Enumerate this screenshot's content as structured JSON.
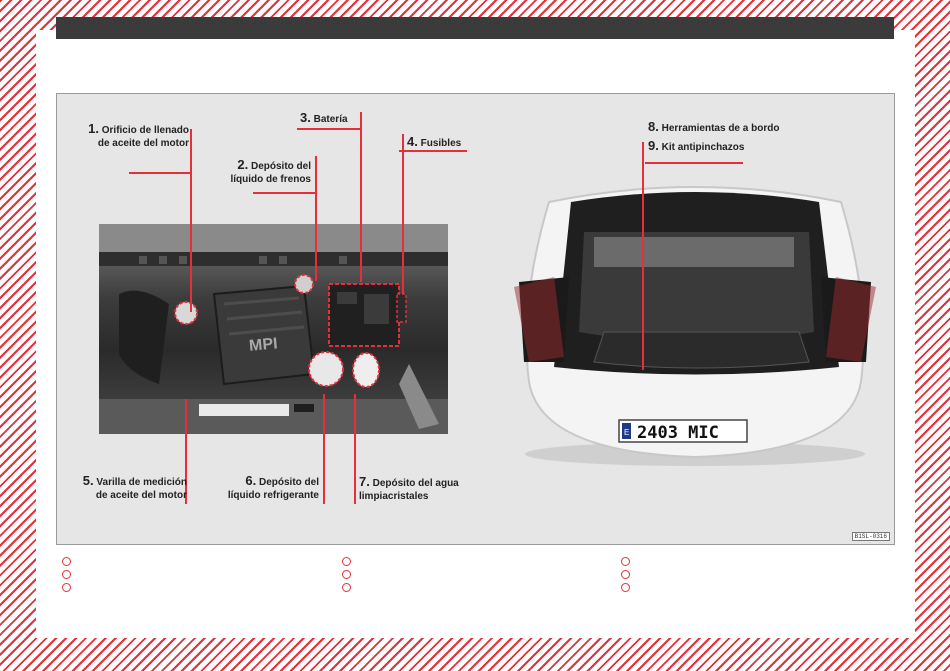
{
  "figure": {
    "code": "B1SL-0316",
    "callouts": [
      {
        "num": "1.",
        "line1": "Orificio de llenado",
        "line2": "de aceite del motor"
      },
      {
        "num": "2.",
        "line1": "Depósito del",
        "line2": "líquido de frenos"
      },
      {
        "num": "3.",
        "line1": "Batería",
        "line2": ""
      },
      {
        "num": "4.",
        "line1": "Fusibles",
        "line2": ""
      },
      {
        "num": "5.",
        "line1": "Varilla de medición",
        "line2": "de aceite del motor"
      },
      {
        "num": "6.",
        "line1": "Depósito del",
        "line2": "líquido refrigerante"
      },
      {
        "num": "7.",
        "line1": "Depósito del  agua",
        "line2": "limpiacristales"
      },
      {
        "num": "8.",
        "line1": "Herramientas de a bordo",
        "line2": ""
      },
      {
        "num": "9.",
        "line1": "Kit antipinchazos",
        "line2": ""
      }
    ],
    "engine_label": "MPI",
    "plate": "2403 MIC",
    "plate_country": "E"
  },
  "colors": {
    "accent": "#e3303a",
    "bar": "#3b3b3b"
  }
}
